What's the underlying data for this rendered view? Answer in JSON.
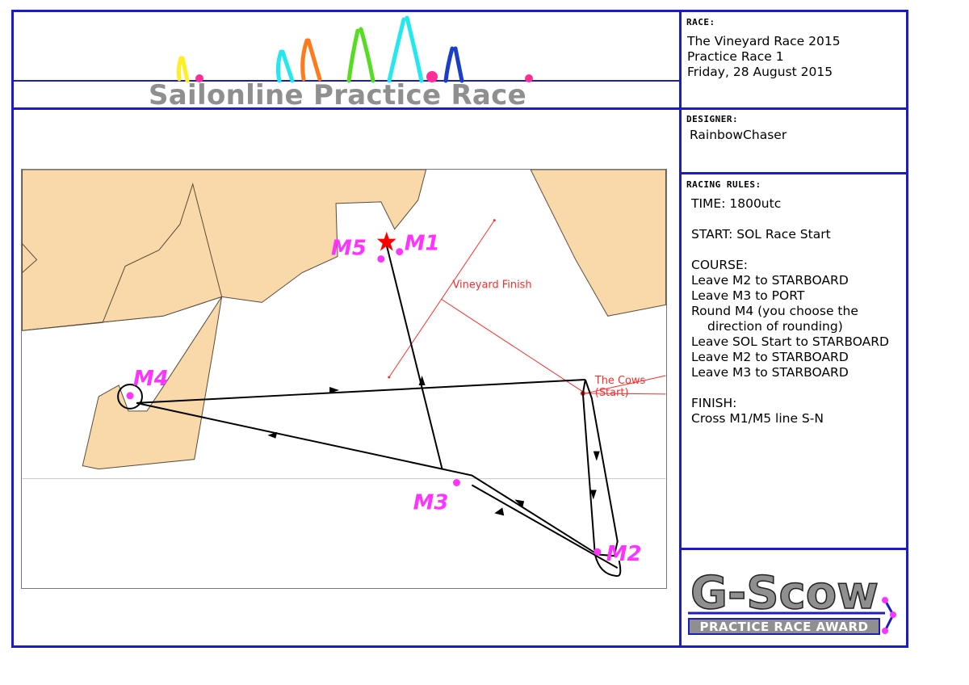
{
  "header": {
    "title": "Sailonline Practice Race"
  },
  "race": {
    "label": "RACE:",
    "lines": [
      "The Vineyard Race 2015",
      "Practice Race 1",
      "Friday, 28 August 2015"
    ]
  },
  "designer": {
    "label": "DESIGNER:",
    "name": "RainbowChaser"
  },
  "racing_rules": {
    "label": "RACING RULES:",
    "time": "TIME: 1800utc",
    "start": "START:  SOL Race Start",
    "course_label": "COURSE:",
    "course": [
      "Leave M2 to STARBOARD",
      "Leave M3 to PORT",
      "Round M4 (you choose the",
      "direction of rounding)",
      "Leave SOL Start to STARBOARD",
      "Leave M2 to STARBOARD",
      "Leave M3 to STARBOARD"
    ],
    "finish_label": "FINISH:",
    "finish": "Cross M1/M5 line S-N"
  },
  "map": {
    "marks": {
      "m1": "M1",
      "m2": "M2",
      "m3": "M3",
      "m4": "M4",
      "m5": "M5"
    },
    "finish_label": "Vineyard Finish",
    "start_label_1": "The Cows",
    "start_label_2": "(Start)",
    "colors": {
      "land": "#f9d9a9",
      "water": "#ffffff",
      "route": "#000000",
      "mark": "#ff33ff",
      "mark_label": "#ff33ff",
      "annotation": "#ff2a2a"
    }
  },
  "award": {
    "title": "G-Scow",
    "subtitle": "PRACTICE RACE AWARD"
  },
  "colors": {
    "frame": "#1c1cc4",
    "header_title": "#8f8f8f"
  }
}
